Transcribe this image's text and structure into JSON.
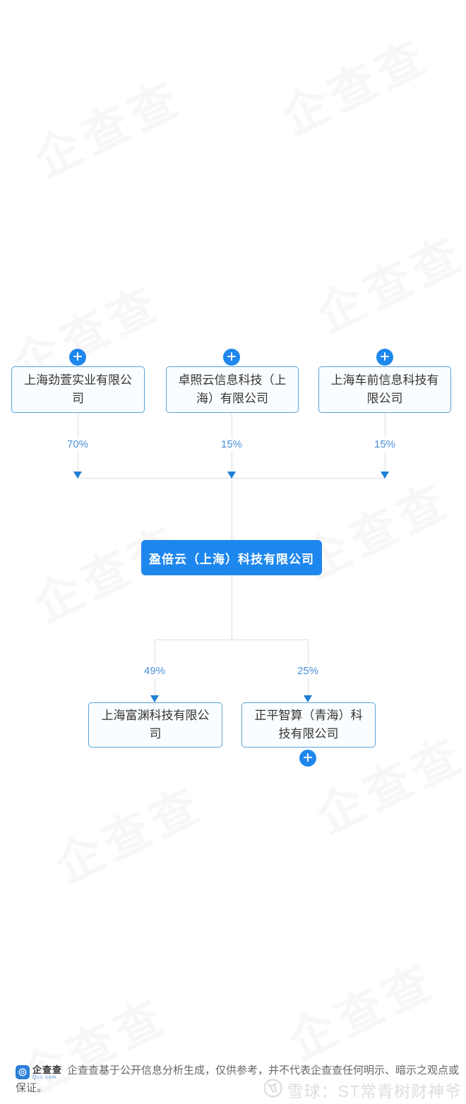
{
  "equity_structure": {
    "type": "equity-diagram",
    "focus_company": "盈倍云（上海）科技有限公司",
    "shareholders": [
      {
        "name": "上海劲萱实业有限公司",
        "percent": "70%"
      },
      {
        "name": "卓照云信息科技（上海）有限公司",
        "percent": "15%"
      },
      {
        "name": "上海车前信息科技有限公司",
        "percent": "15%"
      }
    ],
    "investments": [
      {
        "name": "上海富渊科技有限公司",
        "percent": "49%"
      },
      {
        "name": "正平智算（青海）科技有限公司",
        "percent": "25%"
      }
    ]
  },
  "footer": {
    "brand": "企查查",
    "brand_sub": "Qcc.com",
    "disclaimer": "企查查基于公开信息分析生成，仅供参考，并不代表企查查任何明示、暗示之观点或保证。"
  },
  "watermark": {
    "tile_text": "企查查",
    "credit": "雪球：ST常青树财神爷"
  },
  "colors": {
    "accent_blue": "#1e87ee",
    "node_border": "#57a3d8",
    "node_bg": "#fafdff",
    "percent_text": "#4a90d9",
    "connector_line": "#dadee3",
    "arrow": "#1f7fd4",
    "footer_text": "#666666",
    "credit_watermark": "#dedede"
  }
}
